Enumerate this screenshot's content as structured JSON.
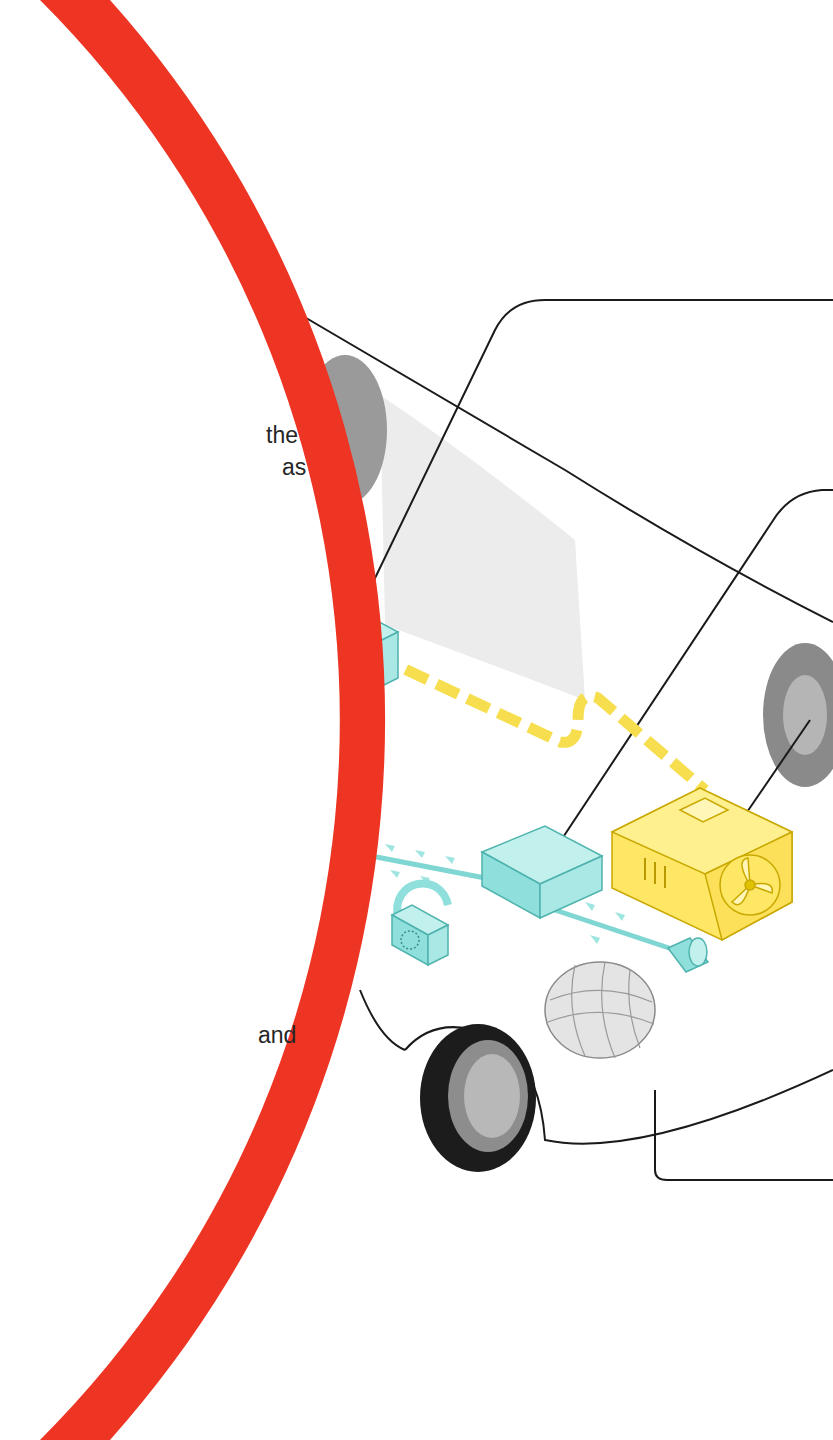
{
  "diagram": {
    "labels": [
      "the",
      "as",
      "and"
    ]
  }
}
